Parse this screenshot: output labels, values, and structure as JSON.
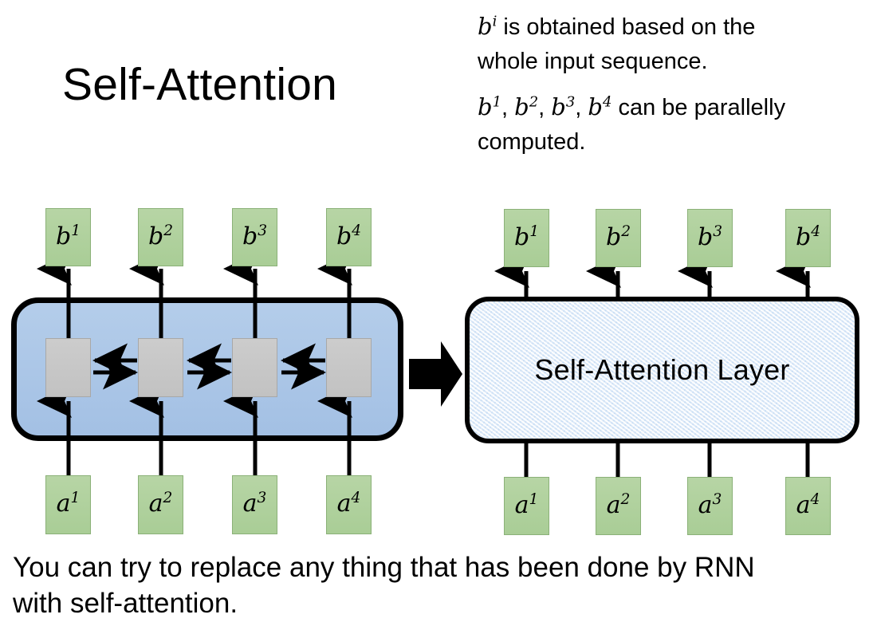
{
  "slide": {
    "background_color": "#ffffff",
    "title": "Self-Attention",
    "caption_line1": "You can try to replace any thing that has been done by RNN",
    "caption_line2": "with self-attention."
  },
  "note": {
    "line1_math": "b",
    "line1_sup": "i",
    "line1_rest": " is obtained based on the",
    "line2": "whole input sequence.",
    "line3_rest": " can be parallelly",
    "line4": "computed.",
    "line3_terms": [
      "b1",
      "b2",
      "b3",
      "b4"
    ]
  },
  "colors": {
    "green_node": "#aed19c",
    "gray_node": "#c6c6c6",
    "rnn_blue": "#a8c6e8",
    "sa_blue": "#e3eefb",
    "stroke": "#000000"
  },
  "left_diagram": {
    "name": "bidirectional-rnn",
    "outputs": [
      {
        "label": "b",
        "sup": "1"
      },
      {
        "label": "b",
        "sup": "2"
      },
      {
        "label": "b",
        "sup": "3"
      },
      {
        "label": "b",
        "sup": "4"
      }
    ],
    "cells": [
      "cell-1",
      "cell-2",
      "cell-3",
      "cell-4"
    ],
    "inputs": [
      {
        "label": "a",
        "sup": "1"
      },
      {
        "label": "a",
        "sup": "2"
      },
      {
        "label": "a",
        "sup": "3"
      },
      {
        "label": "a",
        "sup": "4"
      }
    ],
    "recurrent_arrows": [
      "backward",
      "forward",
      "backward",
      "forward",
      "backward",
      "forward"
    ]
  },
  "transform_arrow": {
    "name": "right-arrow",
    "direction": "right"
  },
  "right_diagram": {
    "name": "self-attention-layer",
    "layer_label": "Self-Attention Layer",
    "outputs": [
      {
        "label": "b",
        "sup": "1"
      },
      {
        "label": "b",
        "sup": "2"
      },
      {
        "label": "b",
        "sup": "3"
      },
      {
        "label": "b",
        "sup": "4"
      }
    ],
    "inputs": [
      {
        "label": "a",
        "sup": "1"
      },
      {
        "label": "a",
        "sup": "2"
      },
      {
        "label": "a",
        "sup": "3"
      },
      {
        "label": "a",
        "sup": "4"
      }
    ]
  }
}
